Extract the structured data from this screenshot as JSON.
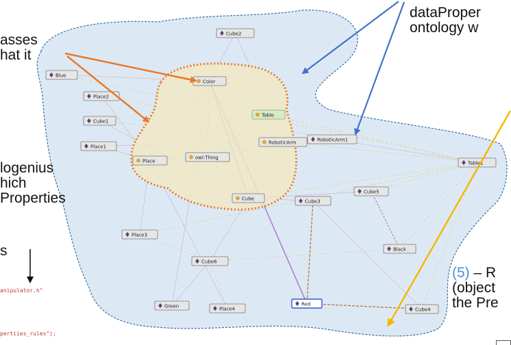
{
  "diagram": {
    "nodes": [
      {
        "id": "cube2",
        "label": "Cube2",
        "kind": "individual"
      },
      {
        "id": "blue",
        "label": "Blue",
        "kind": "individual"
      },
      {
        "id": "place2",
        "label": "Place2",
        "kind": "individual"
      },
      {
        "id": "color",
        "label": "Color",
        "kind": "class"
      },
      {
        "id": "cube1",
        "label": "Cube1",
        "kind": "individual"
      },
      {
        "id": "table",
        "label": "Table",
        "kind": "class-highlight"
      },
      {
        "id": "place1",
        "label": "Place1",
        "kind": "individual"
      },
      {
        "id": "roboticarm",
        "label": "RoboticArm",
        "kind": "class"
      },
      {
        "id": "roboticarm1",
        "label": "RoboticArm1",
        "kind": "individual"
      },
      {
        "id": "owlthing",
        "label": "owl:Thing",
        "kind": "class"
      },
      {
        "id": "place",
        "label": "Place",
        "kind": "class"
      },
      {
        "id": "table1",
        "label": "Table1",
        "kind": "individual"
      },
      {
        "id": "cube5",
        "label": "Cube5",
        "kind": "individual"
      },
      {
        "id": "cube",
        "label": "Cube",
        "kind": "class"
      },
      {
        "id": "cube3",
        "label": "Cube3",
        "kind": "individual"
      },
      {
        "id": "place3",
        "label": "Place3",
        "kind": "individual"
      },
      {
        "id": "black",
        "label": "Black",
        "kind": "individual"
      },
      {
        "id": "cube6",
        "label": "Cube6",
        "kind": "individual"
      },
      {
        "id": "green",
        "label": "Green",
        "kind": "individual"
      },
      {
        "id": "place4",
        "label": "Place4",
        "kind": "individual"
      },
      {
        "id": "red",
        "label": "Red",
        "kind": "individual-selected"
      },
      {
        "id": "cube4",
        "label": "Cube4",
        "kind": "individual"
      }
    ]
  },
  "callouts": {
    "top_left": [
      "asses",
      "hat it"
    ],
    "top_right": [
      "dataProper",
      "ontology w"
    ],
    "middle_left": [
      "logenius",
      "hich",
      "Properties"
    ],
    "lone_s": "s",
    "bottom_right_num": "(5)",
    "bottom_right": [
      " – R",
      "(object",
      "the Pre"
    ]
  },
  "code": {
    "line1": "anipulator.h\"",
    "line2": "pertiies_rules\");"
  },
  "colors": {
    "ontology_region_fill": "#dce9f5",
    "ontology_region_border": "#3a6c9c",
    "class_region_fill": "#f1e7c6",
    "class_region_border": "#e8792a",
    "arrow_orange": "#e8792a",
    "arrow_blue": "#4472c4",
    "arrow_yellow": "#f5b800",
    "edge_purple": "#b07fd0",
    "edge_brown": "#c0703d",
    "individual_diamond": "#5a3f7a",
    "class_dot": "#e0a83a"
  }
}
